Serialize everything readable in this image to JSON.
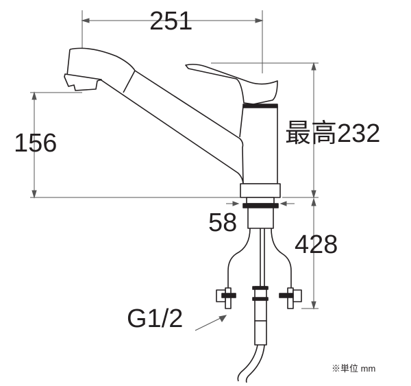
{
  "dimensions": {
    "spout_reach": "251",
    "spout_height": "156",
    "max_height": "最高232",
    "base_diameter": "58",
    "hose_length": "428",
    "connection_thread": "G1/2"
  },
  "unit_note": "※単位 mm",
  "colors": {
    "line": "#231f20",
    "dim_line": "#555555"
  }
}
